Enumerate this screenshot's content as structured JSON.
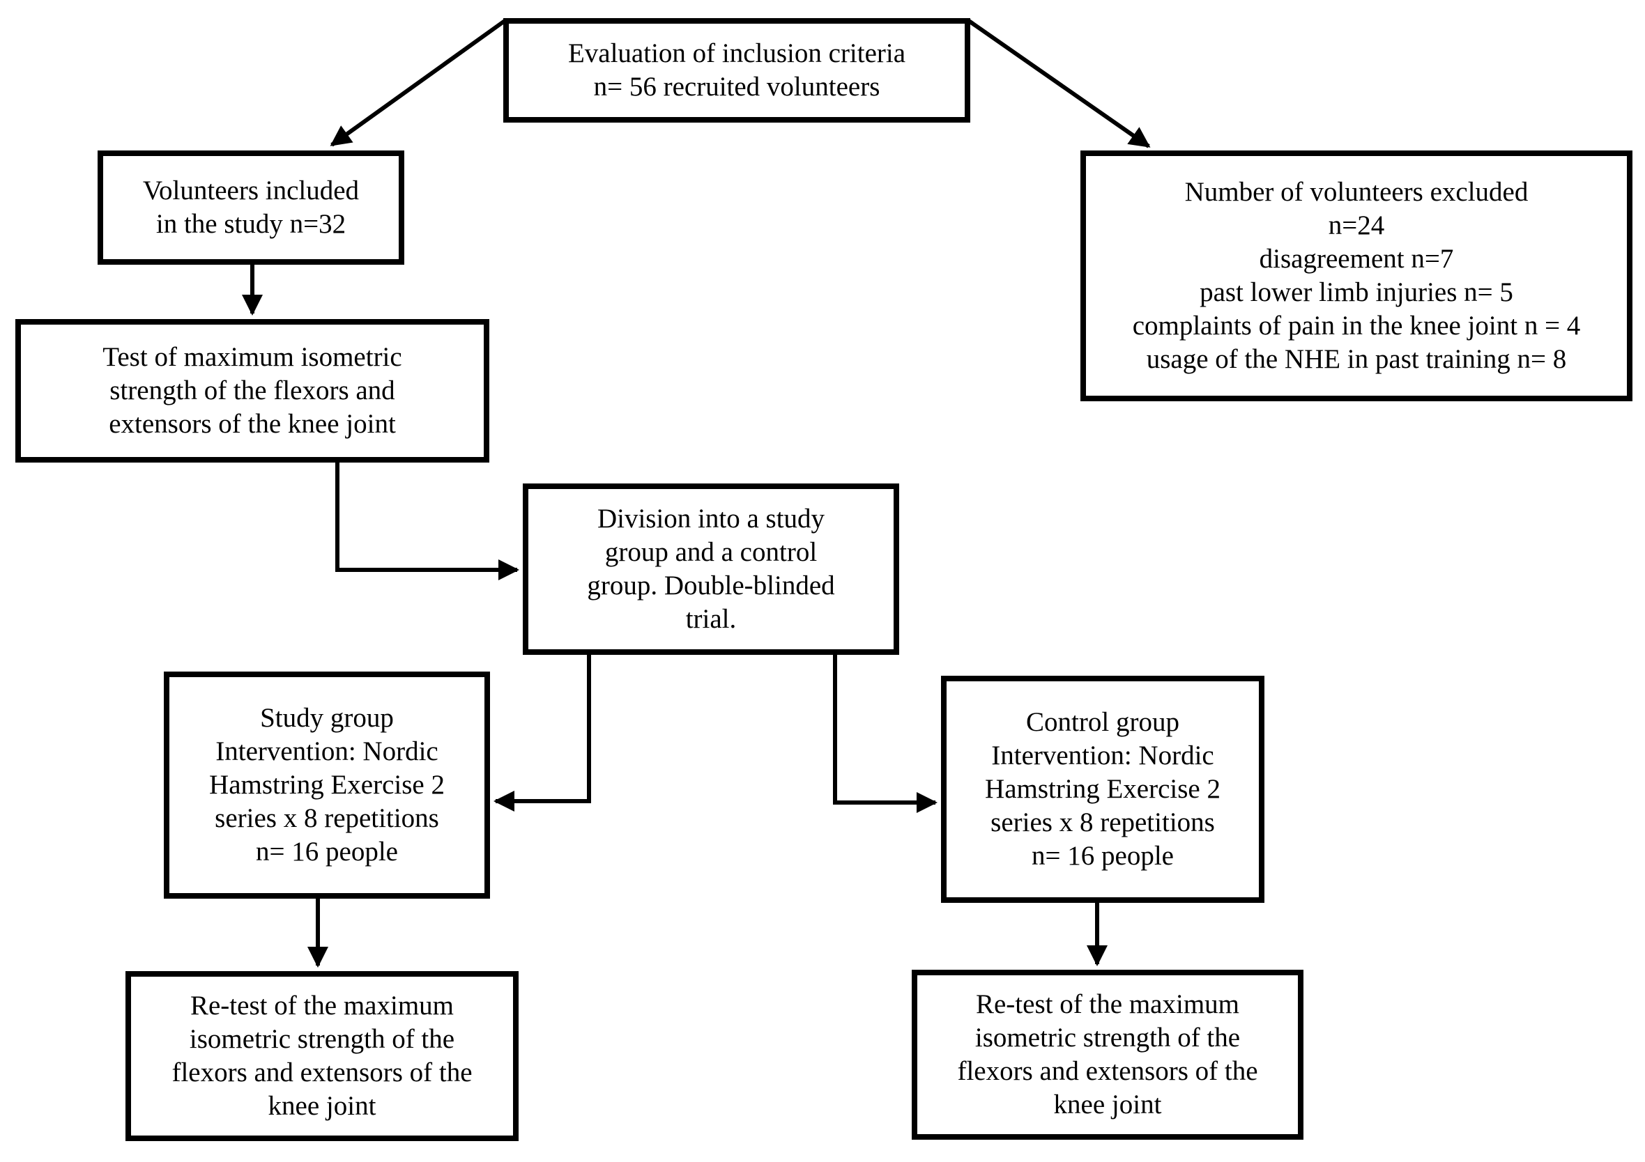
{
  "flowchart": {
    "evaluation": {
      "lines": [
        "Evaluation of inclusion criteria",
        "n= 56 recruited volunteers"
      ]
    },
    "included": {
      "lines": [
        "Volunteers included",
        "in the study n=32"
      ]
    },
    "excluded": {
      "lines": [
        "Number of volunteers excluded",
        "n=24",
        "disagreement n=7",
        "past lower limb injuries n= 5",
        "complaints of pain in the knee joint n = 4",
        "usage of the NHE in past training n= 8"
      ]
    },
    "baseline_test": {
      "lines": [
        "Test of maximum isometric",
        "strength of the flexors and",
        "extensors of the knee joint"
      ]
    },
    "division": {
      "lines": [
        "Division into a study",
        "group and a control",
        "group. Double-blinded",
        "trial."
      ]
    },
    "study_group": {
      "lines": [
        "Study group",
        "Intervention: Nordic",
        "Hamstring Exercise 2",
        "series x 8 repetitions",
        "n= 16 people"
      ]
    },
    "control_group": {
      "lines": [
        "Control group",
        "Intervention: Nordic",
        "Hamstring Exercise 2",
        "series x 8 repetitions",
        "n= 16 people"
      ]
    },
    "retest_study": {
      "lines": [
        "Re-test of the maximum",
        "isometric strength of the",
        "flexors and extensors of the",
        "knee joint"
      ]
    },
    "retest_control": {
      "lines": [
        "Re-test of the maximum",
        "isometric strength of the",
        "flexors and extensors of the",
        "knee joint"
      ]
    }
  },
  "colors": {
    "stroke": "#000000",
    "background": "#ffffff",
    "text": "#000000"
  }
}
